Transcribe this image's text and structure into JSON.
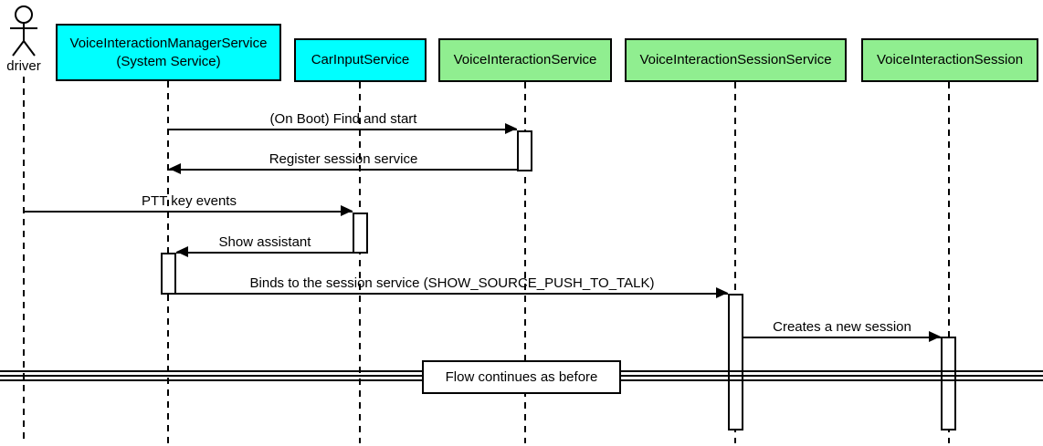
{
  "diagram": {
    "type": "uml-sequence-diagram",
    "actor": {
      "name": "driver"
    },
    "participants": [
      {
        "name": "VoiceInteractionManagerService",
        "subtitle": "(System Service)",
        "fill": "#00FFFF"
      },
      {
        "name": "CarInputService",
        "fill": "#00FFFF"
      },
      {
        "name": "VoiceInteractionService",
        "fill": "#90EE90"
      },
      {
        "name": "VoiceInteractionSessionService",
        "fill": "#90EE90"
      },
      {
        "name": "VoiceInteractionSession",
        "fill": "#90EE90"
      }
    ],
    "messages": [
      {
        "label": "(On Boot) Find and start",
        "from": "VoiceInteractionManagerService",
        "to": "VoiceInteractionService"
      },
      {
        "label": "Register session service",
        "from": "VoiceInteractionService",
        "to": "VoiceInteractionManagerService"
      },
      {
        "label": "PTT key events",
        "from": "driver",
        "to": "CarInputService"
      },
      {
        "label": "Show assistant",
        "from": "CarInputService",
        "to": "VoiceInteractionManagerService"
      },
      {
        "label": "Binds to the session service (SHOW_SOURCE_PUSH_TO_TALK)",
        "from": "VoiceInteractionManagerService",
        "to": "VoiceInteractionSessionService"
      },
      {
        "label": "Creates a new session",
        "from": "VoiceInteractionSessionService",
        "to": "VoiceInteractionSession"
      }
    ],
    "divider": {
      "label": "Flow continues as before"
    },
    "colors": {
      "participant_cyan": "#00FFFF",
      "participant_green": "#90EE90",
      "border": "#000000",
      "background": "#FFFFFF"
    }
  }
}
